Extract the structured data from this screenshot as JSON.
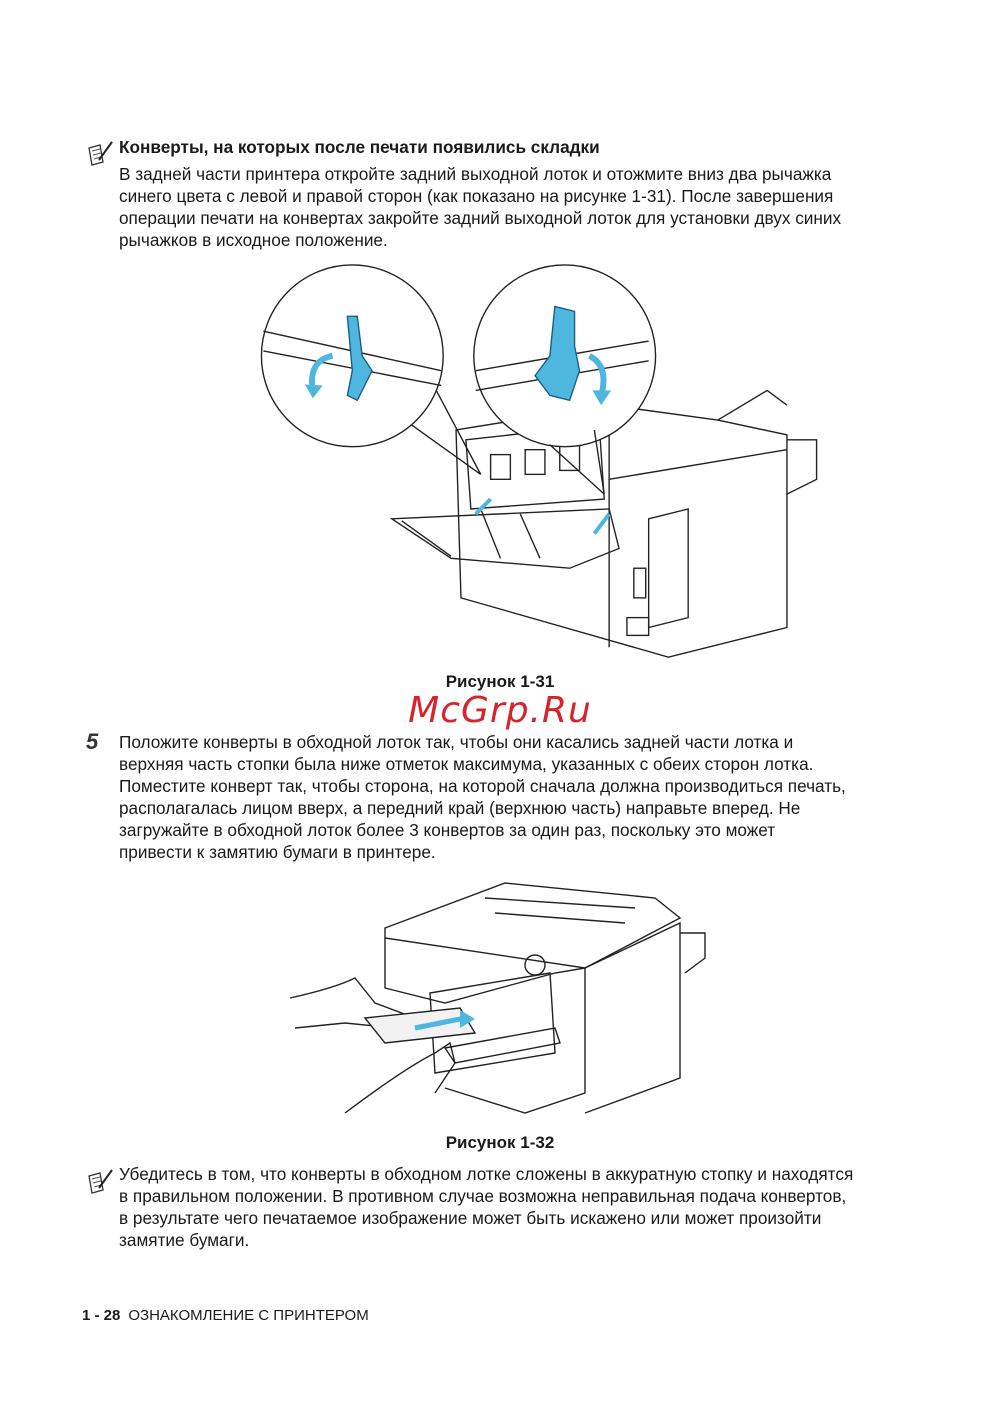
{
  "note1": {
    "icon": "note-pencil-icon",
    "title": "Конверты, на которых после печати появились складки",
    "lines": [
      "В задней части принтера откройте задний выходной лоток и отожмите вниз два рычажка",
      "синего цвета с левой и правой сторон (как показано на рисунке 1-31). После завершения",
      "операции печати на конвертах закройте задний выходной лоток для установки двух синих",
      "рычажков в исходное положение."
    ]
  },
  "figure1": {
    "caption": "Рисунок 1-31",
    "accent": "#4fb6e0"
  },
  "watermark": "McGrp.Ru",
  "step5": {
    "number": "5",
    "lines": [
      "Положите конверты в обходной лоток так, чтобы они касались задней части лотка и",
      "верхняя часть стопки была ниже отметок максимума, указанных с обеих сторон лотка.",
      "Поместите конверт так, чтобы сторона, на которой сначала должна производиться печать,",
      "располагалась лицом вверх, а передний край (верхнюю часть) направьте вперед. Не",
      "загружайте в обходной лоток более 3 конвертов за один раз, поскольку это может",
      "привести к замятию бумаги в принтере."
    ]
  },
  "figure2": {
    "caption": "Рисунок 1-32"
  },
  "note2": {
    "icon": "note-pencil-icon",
    "lines": [
      "Убедитесь в том, что конверты в обходном лотке сложены в аккуратную стопку и находятся",
      "в правильном положении. В противном случае возможна неправильная подача конвертов,",
      "в результате чего печатаемое изображение может быть искажено или может произойти",
      "замятие бумаги."
    ]
  },
  "footer": {
    "page": "1 - 28",
    "section": "ОЗНАКОМЛЕНИЕ С ПРИНТЕРОМ"
  }
}
